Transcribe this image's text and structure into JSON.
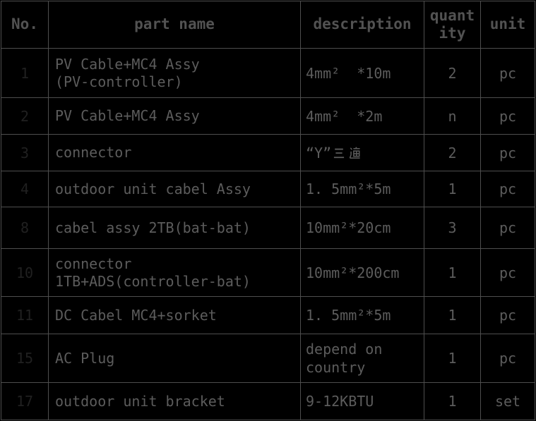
{
  "colors": {
    "background": "#000000",
    "grid_line": "#4e4e4e",
    "header_text": "#525252",
    "body_text": "#5c5c5c",
    "row_number_text": "#202020"
  },
  "table": {
    "headers": {
      "no": "No.",
      "part_name": "part name",
      "description": "description",
      "quantity": "quant\nity",
      "unit": "unit"
    },
    "rows": [
      {
        "no": "1",
        "part_name": "PV Cable+MC4 Assy\n(PV-controller)",
        "description": "4mm²  *10m",
        "quantity": "2",
        "unit": "pc"
      },
      {
        "no": "2",
        "part_name": "PV Cable+MC4 Assy",
        "description": "4mm²  *2m",
        "quantity": "n",
        "unit": "pc"
      },
      {
        "no": "3",
        "part_name": "connector",
        "description": "“Y”三通",
        "quantity": "2",
        "unit": "pc"
      },
      {
        "no": "4",
        "part_name": "outdoor unit cabel Assy",
        "description": "1. 5mm²*5m",
        "quantity": "1",
        "unit": "pc"
      },
      {
        "no": "8",
        "part_name": "cabel assy 2TB(bat-bat)",
        "description": "10mm²*20cm",
        "quantity": "3",
        "unit": "pc"
      },
      {
        "no": "10",
        "part_name": "connector\n1TB+ADS(controller-bat)",
        "description": "10mm²*200cm",
        "quantity": "1",
        "unit": "pc"
      },
      {
        "no": "11",
        "part_name": "DC Cabel MC4+sorket",
        "description": "1. 5mm²*5m",
        "quantity": "1",
        "unit": "pc"
      },
      {
        "no": "15",
        "part_name": "AC Plug",
        "description": "depend on\ncountry",
        "quantity": "1",
        "unit": "pc"
      },
      {
        "no": "17",
        "part_name": "outdoor unit bracket",
        "description": "9-12KBTU",
        "quantity": "1",
        "unit": "set"
      }
    ]
  }
}
